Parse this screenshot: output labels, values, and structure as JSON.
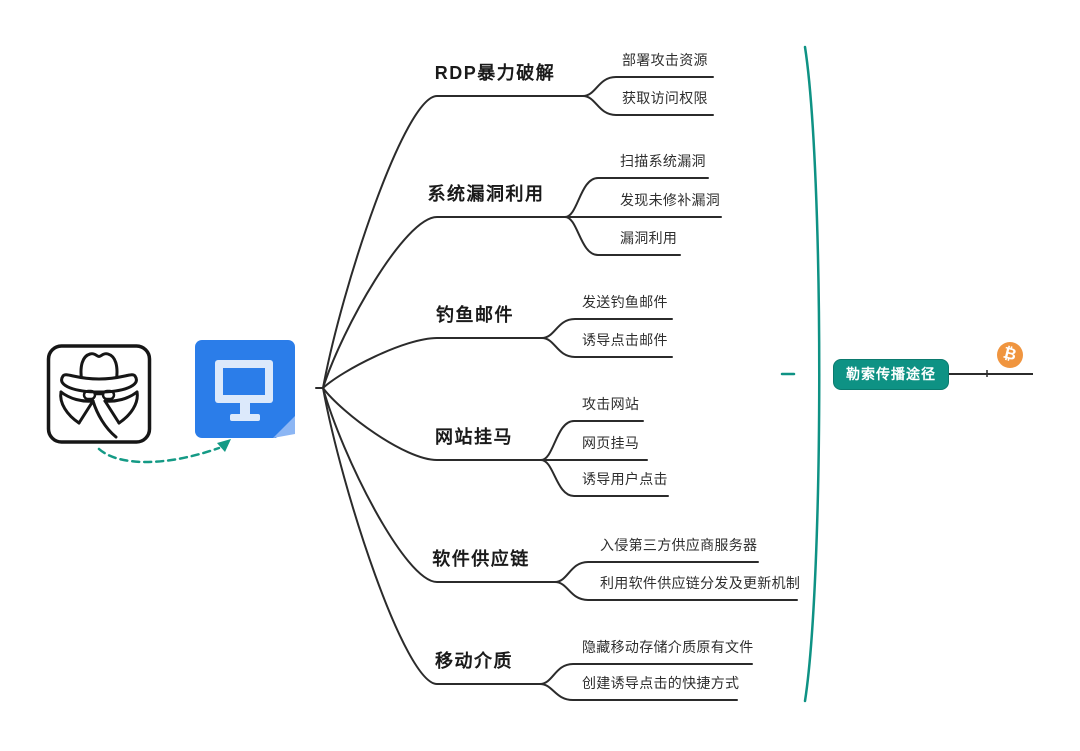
{
  "mindmap": {
    "attacker_icon": "spy-hacker",
    "root_icon": "computer-monitor-note",
    "branches": [
      {
        "label": "RDP暴力破解",
        "children": [
          "部署攻击资源",
          "获取访问权限"
        ]
      },
      {
        "label": "系统漏洞利用",
        "children": [
          "扫描系统漏洞",
          "发现未修补漏洞",
          "漏洞利用"
        ]
      },
      {
        "label": "钓鱼邮件",
        "children": [
          "发送钓鱼邮件",
          "诱导点击邮件"
        ]
      },
      {
        "label": "网站挂马",
        "children": [
          "攻击网站",
          "网页挂马",
          "诱导用户点击"
        ]
      },
      {
        "label": "软件供应链",
        "children": [
          "入侵第三方供应商服务器",
          "利用软件供应链分发及更新机制"
        ]
      },
      {
        "label": "移动介质",
        "children": [
          "隐藏移动存储介质原有文件",
          "创建诱导点击的快捷方式"
        ]
      }
    ],
    "summary_label": "勒索传播途径",
    "bitcoin_symbol": "₿"
  },
  "colors": {
    "branch_line": "#2b2b2b",
    "summary_teal": "#0e9284",
    "arrow_teal": "#149a85",
    "node_blue": "#2b7de9",
    "monitor_light_blue": "#dce9fb",
    "fold_light_blue": "#8cb6f4",
    "bitcoin_orange": "#f0953f"
  }
}
